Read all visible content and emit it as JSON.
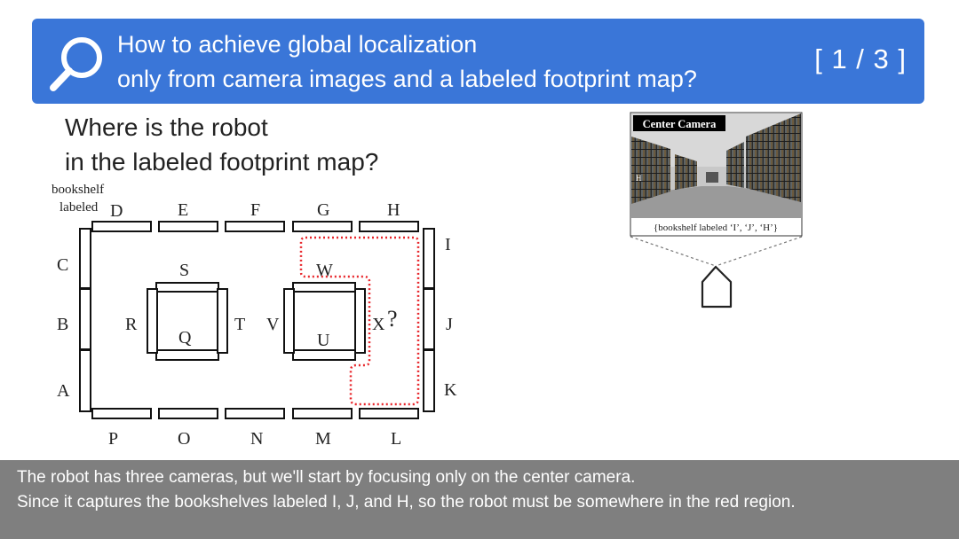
{
  "banner": {
    "title_line1": "How to achieve global localization",
    "title_line2": "only from camera images and a labeled footprint map?",
    "page_counter": "[ 1 / 3 ]",
    "icon": "search-icon",
    "color": "#3a76d8"
  },
  "question": {
    "line1": "Where is the robot",
    "line2": "in the labeled footprint map?"
  },
  "map": {
    "legend_line1": "bookshelf",
    "legend_line2": "labeled",
    "observed_color": "#e8262b",
    "region_color": "#e8262b",
    "hidden_label_color": "#9a9a9a",
    "unknown_marker": "?",
    "labels": {
      "A": "A",
      "B": "B",
      "C": "C",
      "D": "D",
      "E": "E",
      "F": "F",
      "G": "G",
      "H": "H",
      "I": "I",
      "J": "J",
      "K": "K",
      "L": "L",
      "M": "M",
      "N": "N",
      "O": "O",
      "P": "P",
      "Q": "Q",
      "R": "R",
      "S": "S",
      "T": "T",
      "U": "U",
      "V": "V",
      "W": "W",
      "X": "X"
    }
  },
  "camera": {
    "title": "Center Camera",
    "caption": "{bookshelf labeled ‘I’, ‘J’, ‘H’}",
    "shelf_tag": "H",
    "icon": "robot-icon"
  },
  "caption": {
    "line1": "The robot has three cameras, but we'll start by focusing only on the center camera.",
    "line2": "Since it captures the bookshelves labeled I, J, and H, so the robot must be somewhere in the red region."
  }
}
